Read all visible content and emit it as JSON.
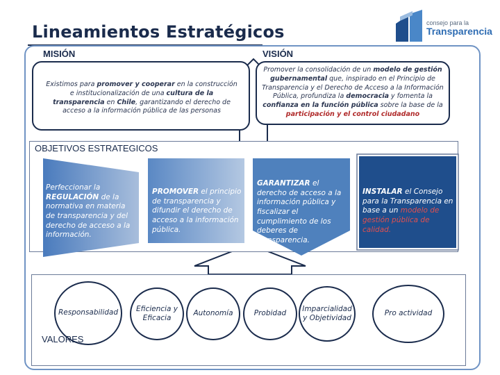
{
  "page": {
    "title": "Lineamientos Estratégicos"
  },
  "logo": {
    "small_text": "consejo para la",
    "big_text": "Transparencia"
  },
  "mision": {
    "heading": "MISIÓN",
    "text_1": "Existimos para ",
    "text_2": "promover y cooperar",
    "text_3": " en la construcción e institucionalización de una ",
    "text_4": "cultura de la transparencia",
    "text_5": " en ",
    "text_6": "Chile",
    "text_7": ", garantizando el derecho de acceso a la información pública de las personas"
  },
  "vision": {
    "heading": "VISIÓN",
    "text_1": "Promover la consolidación de un ",
    "text_2": "modelo de gestión gubernamental",
    "text_3": " que, inspirado en el Principio de Transparencia y el Derecho de Acceso a la Información Pública, profundiza la ",
    "text_4": "democracia",
    "text_5": " y fomenta la ",
    "text_6": "confianza en la función pública",
    "text_7": " sobre la base de la ",
    "text_8": "participación y el control ciudadano"
  },
  "objetivos": {
    "heading": "OBJETIVOS ESTRATEGICOS",
    "items": [
      {
        "pre": "Perfeccionar la ",
        "bold": "REGULACIÓN",
        "post": " de la normativa en materia de transparencia y del derecho de acceso a la información.",
        "red": ""
      },
      {
        "pre": "",
        "bold": "PROMOVER",
        "post": " el principio de transparencia y difundir el derecho de acceso a la información pública.",
        "red": ""
      },
      {
        "pre": "",
        "bold": "GARANTIZAR",
        "post": " el derecho de acceso a la información pública y fiscalizar el cumplimiento de los deberes de transparencia.",
        "red": ""
      },
      {
        "pre": "",
        "bold": "INSTALAR",
        "post": " el Consejo para la Transparencia en base a un ",
        "red": "modelo de gestión pública de calidad."
      }
    ]
  },
  "valores": {
    "heading": "VALORES",
    "items": [
      "Responsabilidad",
      "Eficiencia y Eficacia",
      "Autonomía",
      "Probidad",
      "Imparcialidad y Objetividad",
      "Pro actividad"
    ]
  },
  "colors": {
    "navy": "#1a2b4c",
    "panel_blue": "#4f81bd",
    "panel_gradient_light": "#a8bedc",
    "frame_blue": "#6f93c4",
    "accent_red": "#b02a2a"
  }
}
